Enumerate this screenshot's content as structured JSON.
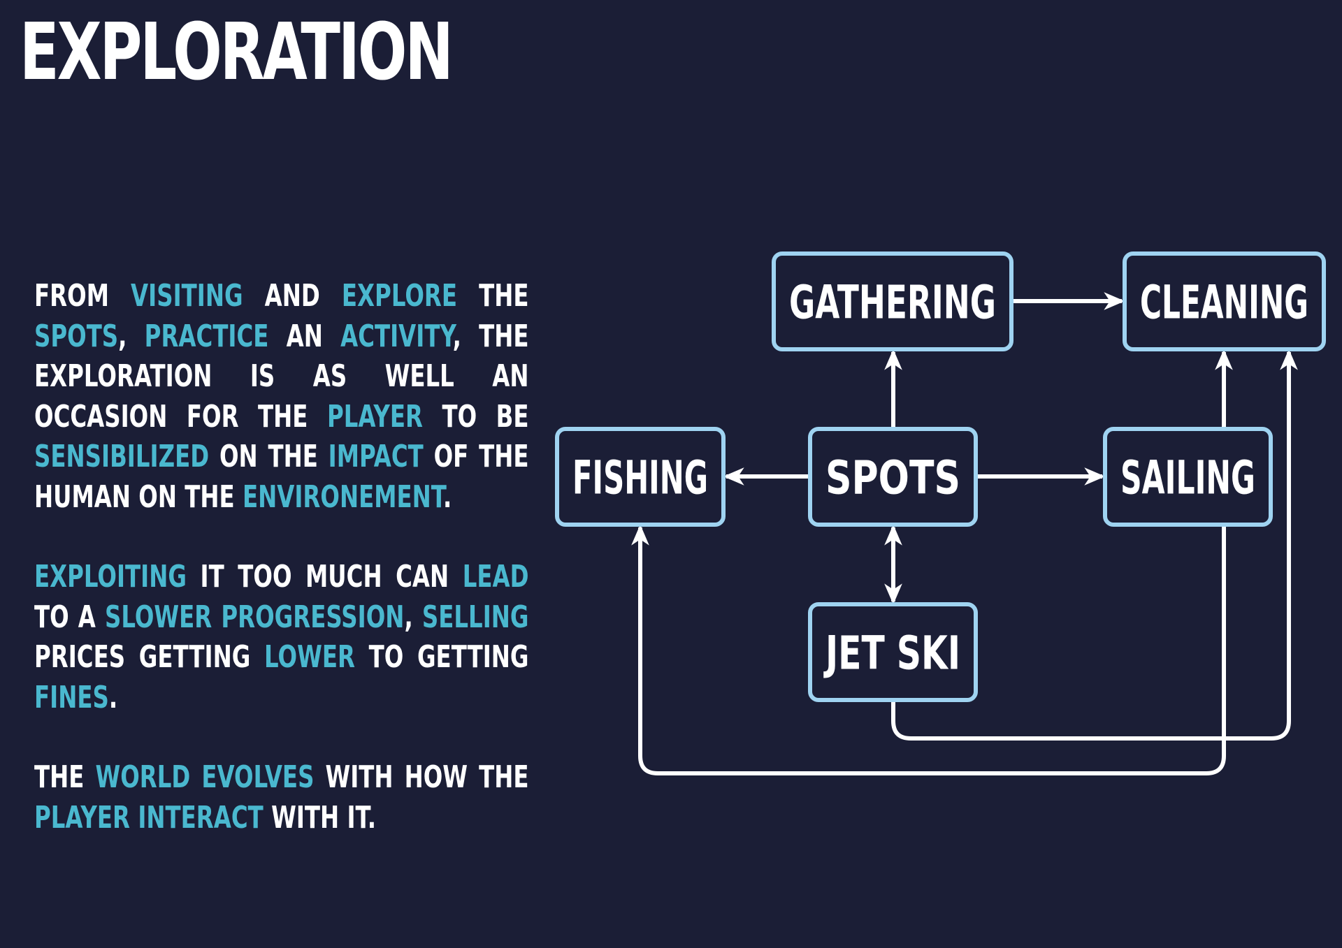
{
  "title": "EXPLORATION",
  "colors": {
    "background": "#1b1e36",
    "text": "#ffffff",
    "highlight": "#4ab8cf",
    "node_border": "#9fd3f1",
    "arrow": "#ffffff"
  },
  "paragraphs": [
    [
      {
        "t": "FROM ",
        "h": false
      },
      {
        "t": "VISITING",
        "h": true
      },
      {
        "t": " AND ",
        "h": false
      },
      {
        "t": "EXPLORE",
        "h": true
      },
      {
        "t": " THE ",
        "h": false
      },
      {
        "t": "SPOTS",
        "h": true
      },
      {
        "t": ", ",
        "h": false
      },
      {
        "t": "PRACTICE",
        "h": true
      },
      {
        "t": " AN ",
        "h": false
      },
      {
        "t": "ACTIVITY",
        "h": true
      },
      {
        "t": ", THE EXPLORATION IS AS WELL AN OCCASION FOR THE ",
        "h": false
      },
      {
        "t": "PLAYER",
        "h": true
      },
      {
        "t": " TO BE ",
        "h": false
      },
      {
        "t": "SENSIBILIZED",
        "h": true
      },
      {
        "t": " ON THE ",
        "h": false
      },
      {
        "t": "IMPACT",
        "h": true
      },
      {
        "t": " OF THE HUMAN ON THE ",
        "h": false
      },
      {
        "t": "ENVIRONEMENT",
        "h": true
      },
      {
        "t": ".",
        "h": false
      }
    ],
    [
      {
        "t": "EXPLOITING",
        "h": true
      },
      {
        "t": " IT TOO MUCH CAN ",
        "h": false
      },
      {
        "t": "LEAD",
        "h": true
      },
      {
        "t": " TO A ",
        "h": false
      },
      {
        "t": "SLOWER PROGRESSION",
        "h": true
      },
      {
        "t": ", ",
        "h": false
      },
      {
        "t": "SELLING",
        "h": true
      },
      {
        "t": " PRICES GETTING ",
        "h": false
      },
      {
        "t": "LOWER",
        "h": true
      },
      {
        "t": " TO GETTING ",
        "h": false
      },
      {
        "t": "FINES",
        "h": true
      },
      {
        "t": ".",
        "h": false
      }
    ],
    [
      {
        "t": "THE ",
        "h": false
      },
      {
        "t": "WORLD EVOLVES",
        "h": true
      },
      {
        "t": " WITH HOW THE ",
        "h": false
      },
      {
        "t": "PLAYER",
        "h": true
      },
      {
        "t": " ",
        "h": false
      },
      {
        "t": "INTERACT",
        "h": true
      },
      {
        "t": " WITH IT.",
        "h": false
      }
    ]
  ],
  "diagram": {
    "nodes": [
      {
        "id": "gathering",
        "label": "GATHERING"
      },
      {
        "id": "cleaning",
        "label": "CLEANING"
      },
      {
        "id": "fishing",
        "label": "FISHING"
      },
      {
        "id": "spots",
        "label": "SPOTS"
      },
      {
        "id": "sailing",
        "label": "SAILING"
      },
      {
        "id": "jet_ski",
        "label": "JET SKI"
      }
    ],
    "edges": [
      {
        "from": "gathering",
        "to": "cleaning",
        "bidirectional": false
      },
      {
        "from": "spots",
        "to": "gathering",
        "bidirectional": false
      },
      {
        "from": "spots",
        "to": "fishing",
        "bidirectional": false
      },
      {
        "from": "spots",
        "to": "sailing",
        "bidirectional": false
      },
      {
        "from": "spots",
        "to": "jet_ski",
        "bidirectional": true
      },
      {
        "from": "sailing",
        "to": "cleaning",
        "bidirectional": false
      },
      {
        "from": "jet_ski",
        "to": "cleaning",
        "bidirectional": false
      },
      {
        "from": "cleaning",
        "to": "fishing",
        "bidirectional": false
      }
    ]
  }
}
